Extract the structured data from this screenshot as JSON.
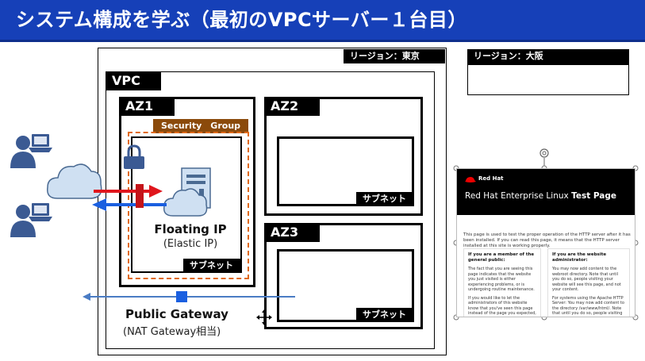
{
  "slide": {
    "title": "システム構成を学ぶ（最初のVPCサーバー１台目）"
  },
  "regions": {
    "tokyo": "リージョン：東京",
    "osaka": "リージョン：大阪"
  },
  "vpc": {
    "label": "VPC"
  },
  "azs": {
    "az1": "AZ1",
    "az2": "AZ2",
    "az3": "AZ3"
  },
  "security_group": {
    "label": "Security　Group"
  },
  "subnets": {
    "az1": "サブネット",
    "az2": "サブネット",
    "az3": "サブネット"
  },
  "floating_ip": {
    "label": "Floating IP",
    "sub": "(Elastic IP)"
  },
  "public_gateway": {
    "label": "Public Gateway",
    "sub": "(NAT Gateway相当)"
  },
  "colors": {
    "title_bar": "#1640b8",
    "security_group": "#8b4a0b",
    "sg_dashed": "#e06a1a",
    "arrow_in": "#e0161d",
    "arrow_out": "#1a5fe0",
    "gateway_line": "#4a7cc4"
  },
  "redhat_page": {
    "brand": "Red Hat",
    "title_main": "Red Hat Enterprise Linux ",
    "title_bold": "Test Page",
    "intro": "This page is used to test the proper operation of the HTTP server after it has been installed. If you can read this page, it means that the HTTP server installed at this site is working properly.",
    "col1_heading": "If you are a member of the general public:",
    "col1_p1": "The fact that you are seeing this page indicates that the website you just visited is either experiencing problems, or is undergoing routine maintenance.",
    "col1_p2": "If you would like to let the administrators of this website know that you've seen this page instead of the page you expected, you should send them e-mail. In",
    "col2_heading": "If you are the website administrator:",
    "col2_p1": "You may now add content to the webroot directory. Note that until you do so, people visiting your website will see this page, and not your content.",
    "col2_p2": "For systems using the Apache HTTP Server: You may now add content to the directory /var/www/html/. Note that until you do so, people visiting your website"
  }
}
